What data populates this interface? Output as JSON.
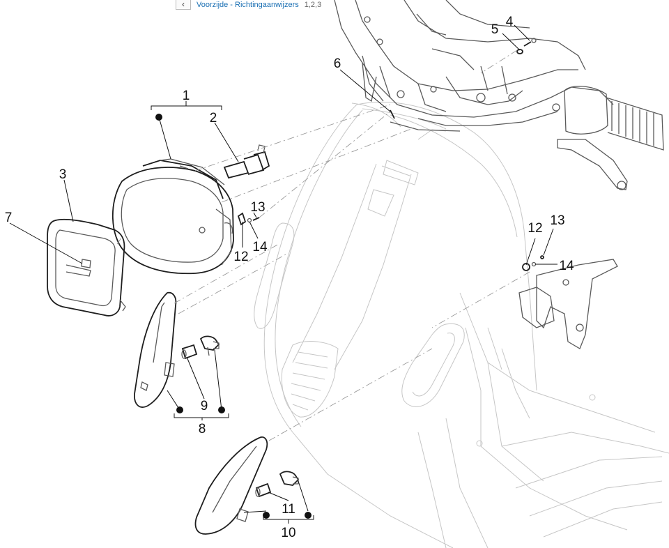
{
  "header": {
    "back_icon": "chevron-left-icon",
    "breadcrumb_text": "Voorzijde - Richtingaanwijzers",
    "breadcrumb_suffix": "1,2,3"
  },
  "callouts": {
    "n1": "1",
    "n2": "2",
    "n3": "3",
    "n4": "4",
    "n5": "5",
    "n6": "6",
    "n7": "7",
    "n8": "8",
    "n9": "9",
    "n10": "10",
    "n11": "11",
    "n12a": "12",
    "n12b": "12",
    "n13a": "13",
    "n13b": "13",
    "n14a": "14",
    "n14b": "14"
  }
}
